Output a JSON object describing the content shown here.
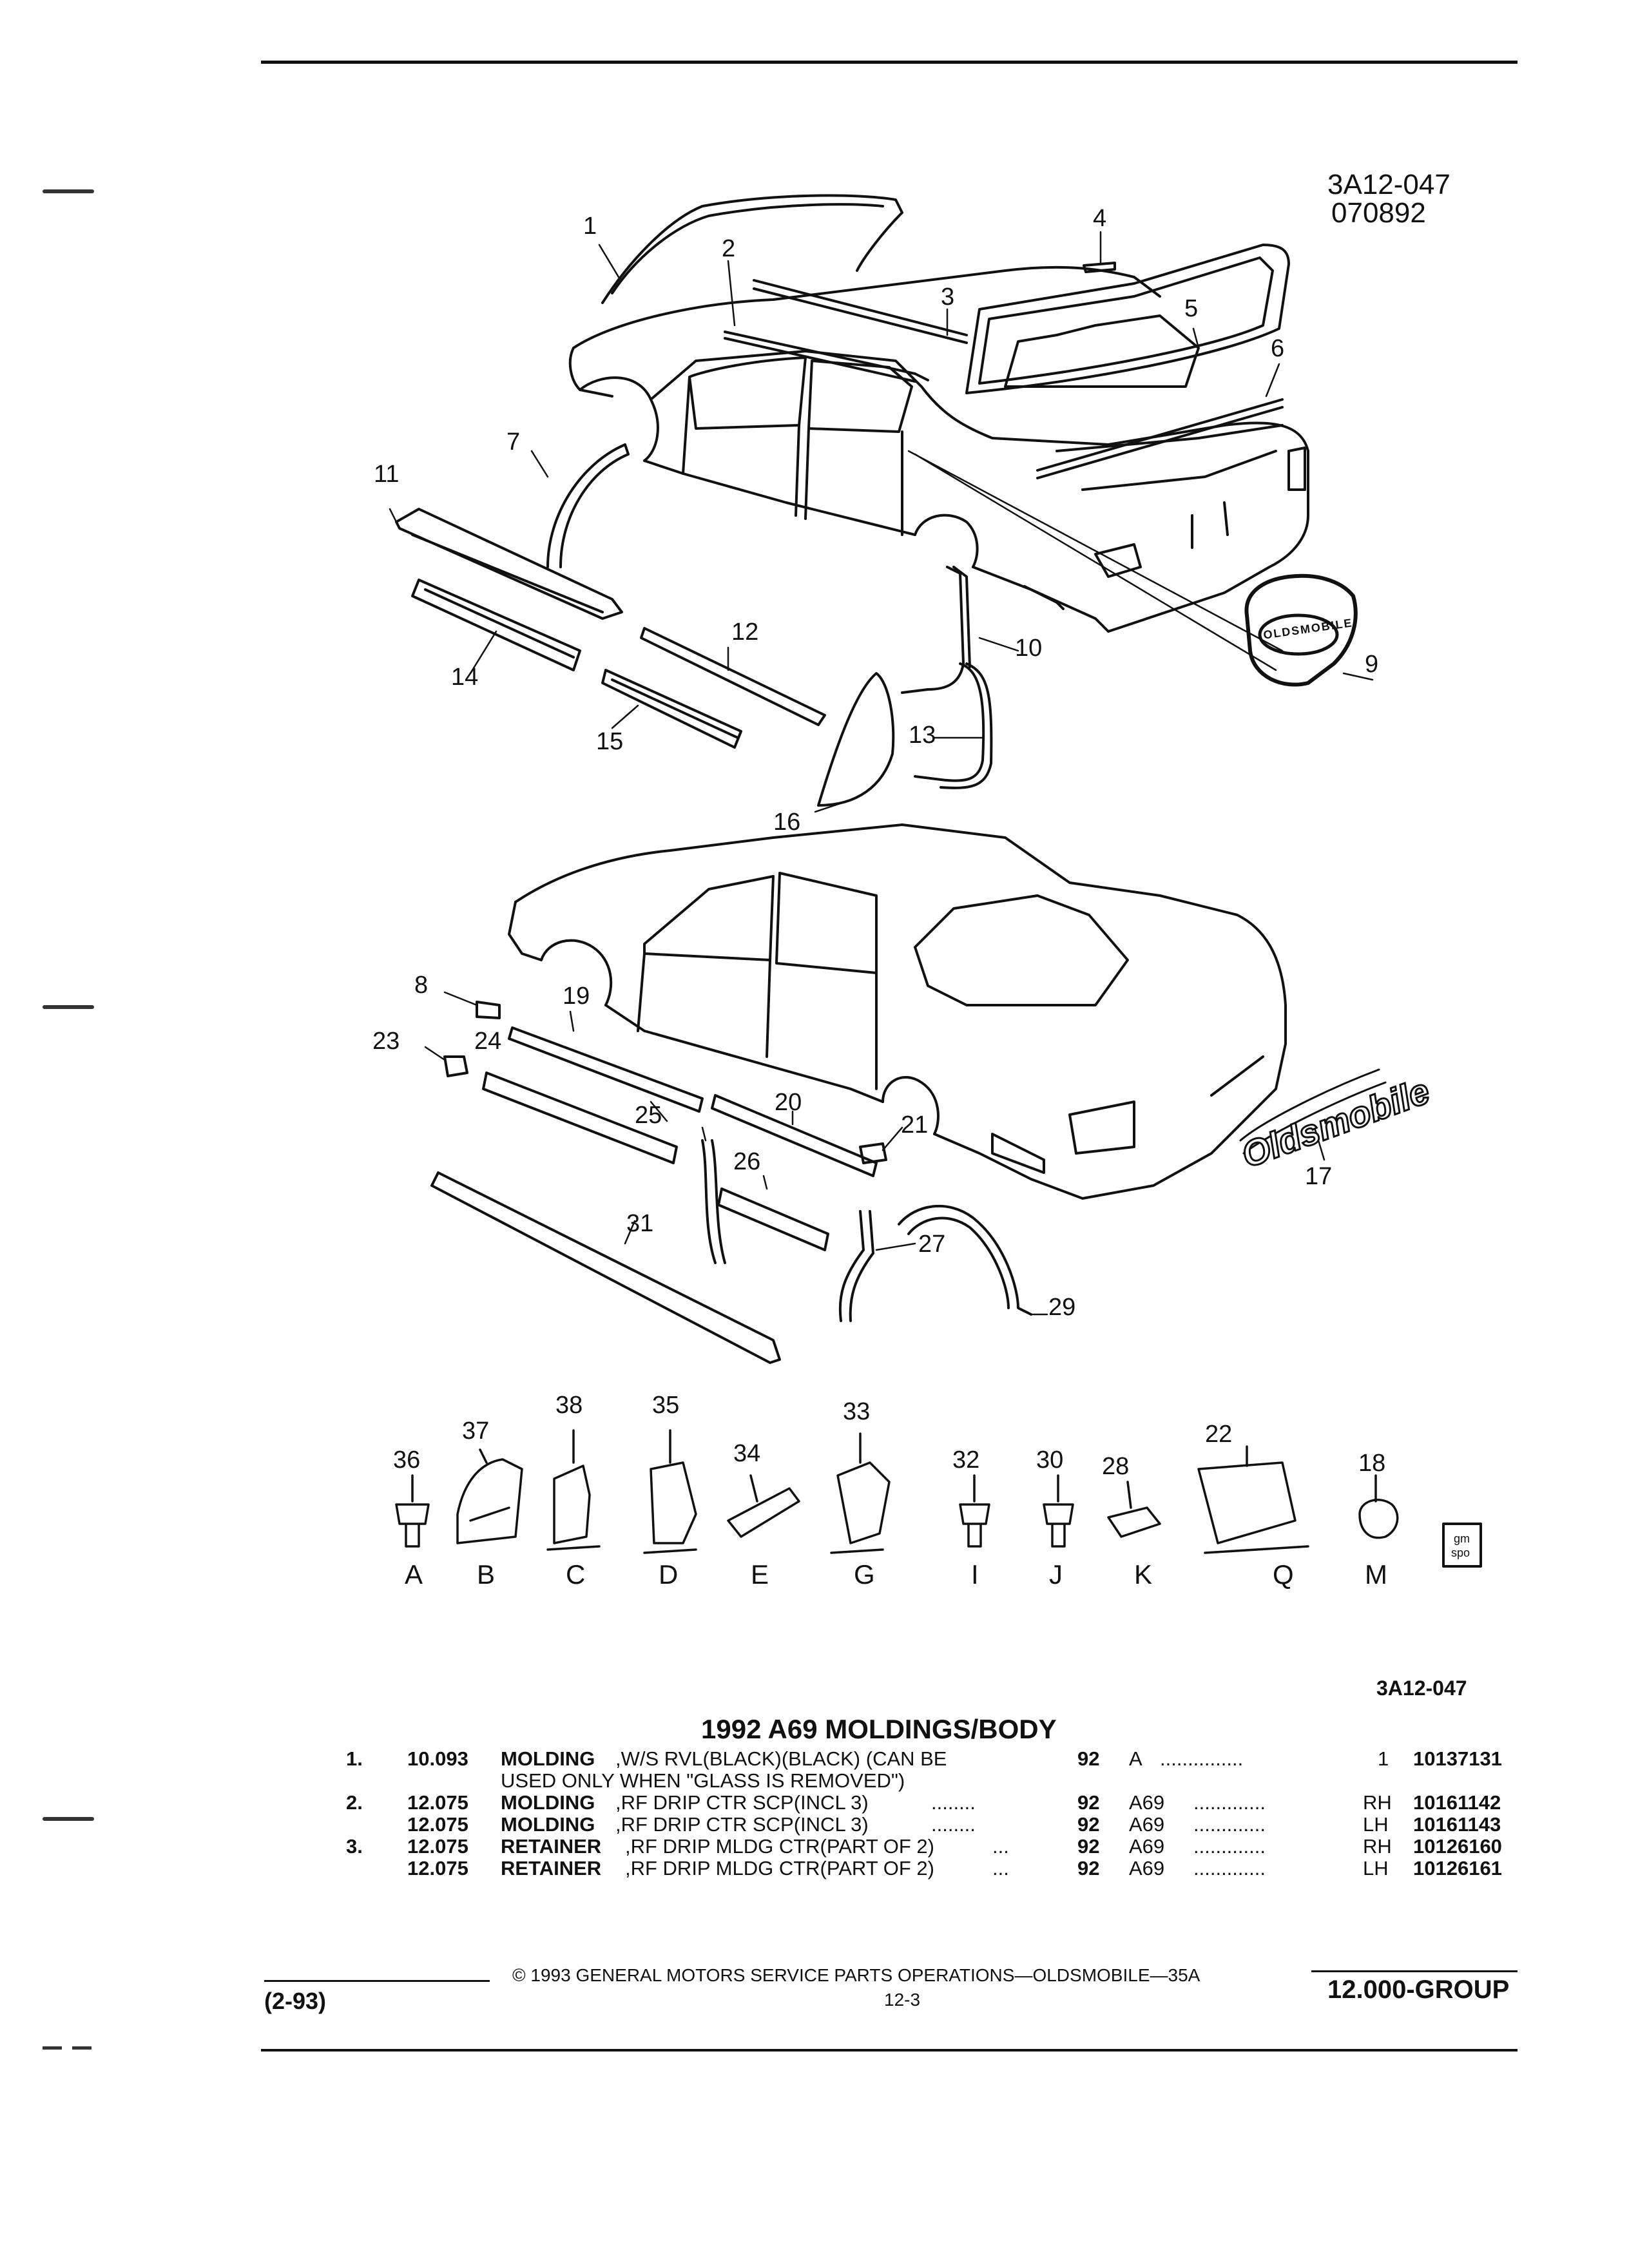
{
  "page_code_top": "3A12-047",
  "page_date_top": "070892",
  "figure_ref": "3A12-047",
  "section_title": "1992 A69 MOLDINGS/BODY",
  "callouts": [
    "1",
    "2",
    "3",
    "4",
    "5",
    "6",
    "7",
    "8",
    "9",
    "10",
    "11",
    "12",
    "13",
    "14",
    "15",
    "16",
    "17",
    "18",
    "19",
    "20",
    "21",
    "22",
    "23",
    "24",
    "25",
    "26",
    "27",
    "28",
    "29",
    "30",
    "31",
    "32",
    "33",
    "34",
    "35",
    "36",
    "37",
    "38"
  ],
  "fastener_letters": [
    "A",
    "B",
    "C",
    "D",
    "E",
    "G",
    "I",
    "J",
    "K",
    "Q",
    "M"
  ],
  "emblem_text_upper": "OLDSMOBILE",
  "emblem_text_lower": "Oldsmobile",
  "gm_badge": [
    "gm",
    "spo"
  ],
  "parts": [
    {
      "item": "1.",
      "group": "10.093",
      "name": "MOLDING",
      "desc": ",W/S RVL(BLACK)(BLACK) (CAN BE",
      "desc2": "USED ONLY WHEN \"GLASS IS REMOVED\")",
      "year": "92",
      "model": "A",
      "dots": "...............",
      "qty": "1",
      "part_no": "10137131"
    },
    {
      "item": "2.",
      "group": "12.075",
      "name": "MOLDING",
      "desc": ",RF DRIP CTR SCP(INCL 3)",
      "desc2": "",
      "lead": "........",
      "year": "92",
      "model": "A69",
      "dots": ".............",
      "qty": "RH",
      "part_no": "10161142"
    },
    {
      "item": "",
      "group": "12.075",
      "name": "MOLDING",
      "desc": ",RF DRIP CTR SCP(INCL 3)",
      "desc2": "",
      "lead": "........",
      "year": "92",
      "model": "A69",
      "dots": ".............",
      "qty": "LH",
      "part_no": "10161143"
    },
    {
      "item": "3.",
      "group": "12.075",
      "name": "RETAINER",
      "desc": ",RF DRIP MLDG CTR(PART OF 2)",
      "desc2": "",
      "lead": "...",
      "year": "92",
      "model": "A69",
      "dots": ".............",
      "qty": "RH",
      "part_no": "10126160"
    },
    {
      "item": "",
      "group": "12.075",
      "name": "RETAINER",
      "desc": ",RF DRIP MLDG CTR(PART OF 2)",
      "desc2": "",
      "lead": "...",
      "year": "92",
      "model": "A69",
      "dots": ".............",
      "qty": "LH",
      "part_no": "10126161"
    }
  ],
  "footer": {
    "copyright": "© 1993 GENERAL MOTORS SERVICE PARTS OPERATIONS—OLDSMOBILE—35A",
    "date": "(2-93)",
    "page": "12-3",
    "group": "12.000-GROUP"
  }
}
